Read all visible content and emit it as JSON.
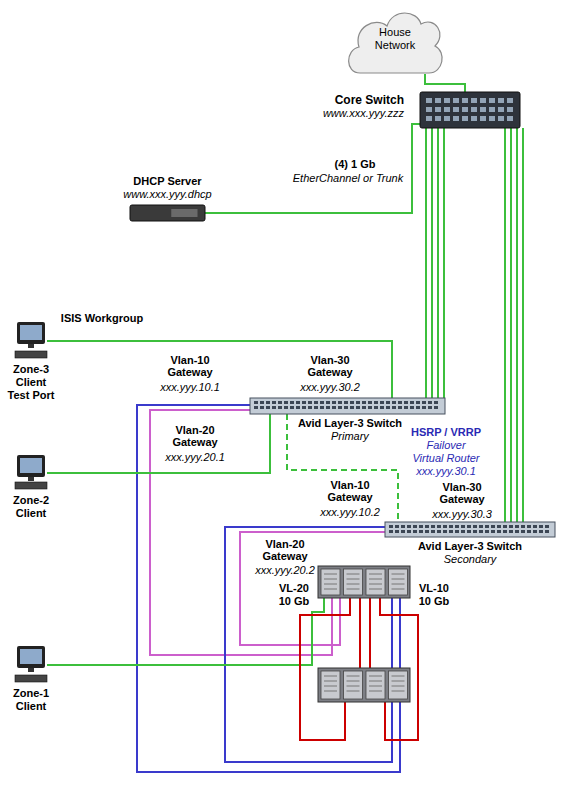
{
  "diagram": {
    "nodes": [
      {
        "text": [
          "House Network"
        ]
      },
      {
        "text": [
          "Core Switch",
          "www.xxx.yyy.zzz"
        ]
      },
      {
        "text": [
          "DHCP Server",
          "www.xxx.yyy.dhcp"
        ]
      },
      {
        "text": [
          "Zone-3 Client Test Port"
        ]
      },
      {
        "text": [
          "Avid Layer-3 Switch",
          "Primary"
        ]
      },
      {
        "text": [
          "Zone-2 Client"
        ]
      },
      {
        "text": [
          "Avid Layer-3 Switch",
          "Secondary"
        ]
      },
      {
        "text": [
          "Zone-1 Client"
        ]
      }
    ],
    "edges": [
      {
        "from": 0,
        "to": 1,
        "arrow": "none"
      },
      {
        "from": 2,
        "to": 1,
        "arrow": "none"
      },
      {
        "from": 1,
        "to": 4,
        "arrow": "none"
      },
      {
        "from": 1,
        "to": 6,
        "arrow": "none"
      },
      {
        "from": 3,
        "to": 4,
        "arrow": "none"
      },
      {
        "from": 5,
        "to": 4,
        "arrow": "none"
      },
      {
        "from": 4,
        "to": 6,
        "arrow": "none"
      }
    ],
    "labels": [
      "(4) 1 Gb",
      "EtherChannel or Trunk",
      "ISIS Workgroup",
      "Vlan-10 Gateway",
      "xxx.yyy.10.1",
      "Vlan-30 Gateway",
      "xxx.yyy.30.2",
      "Vlan-20 Gateway",
      "xxx.yyy.20.1",
      "HSRP / VRRP",
      "Failover",
      "Virtual Router",
      "xxx.yyy.30.1",
      "Vlan-10 Gateway",
      "xxx.yyy.10.2",
      "Vlan-30 Gateway",
      "xxx.yyy.30.3",
      "Vlan-20 Gateway",
      "xxx.yyy.20.2",
      "VL-20",
      "10 Gb",
      "VL-10",
      "10 Gb"
    ]
  }
}
